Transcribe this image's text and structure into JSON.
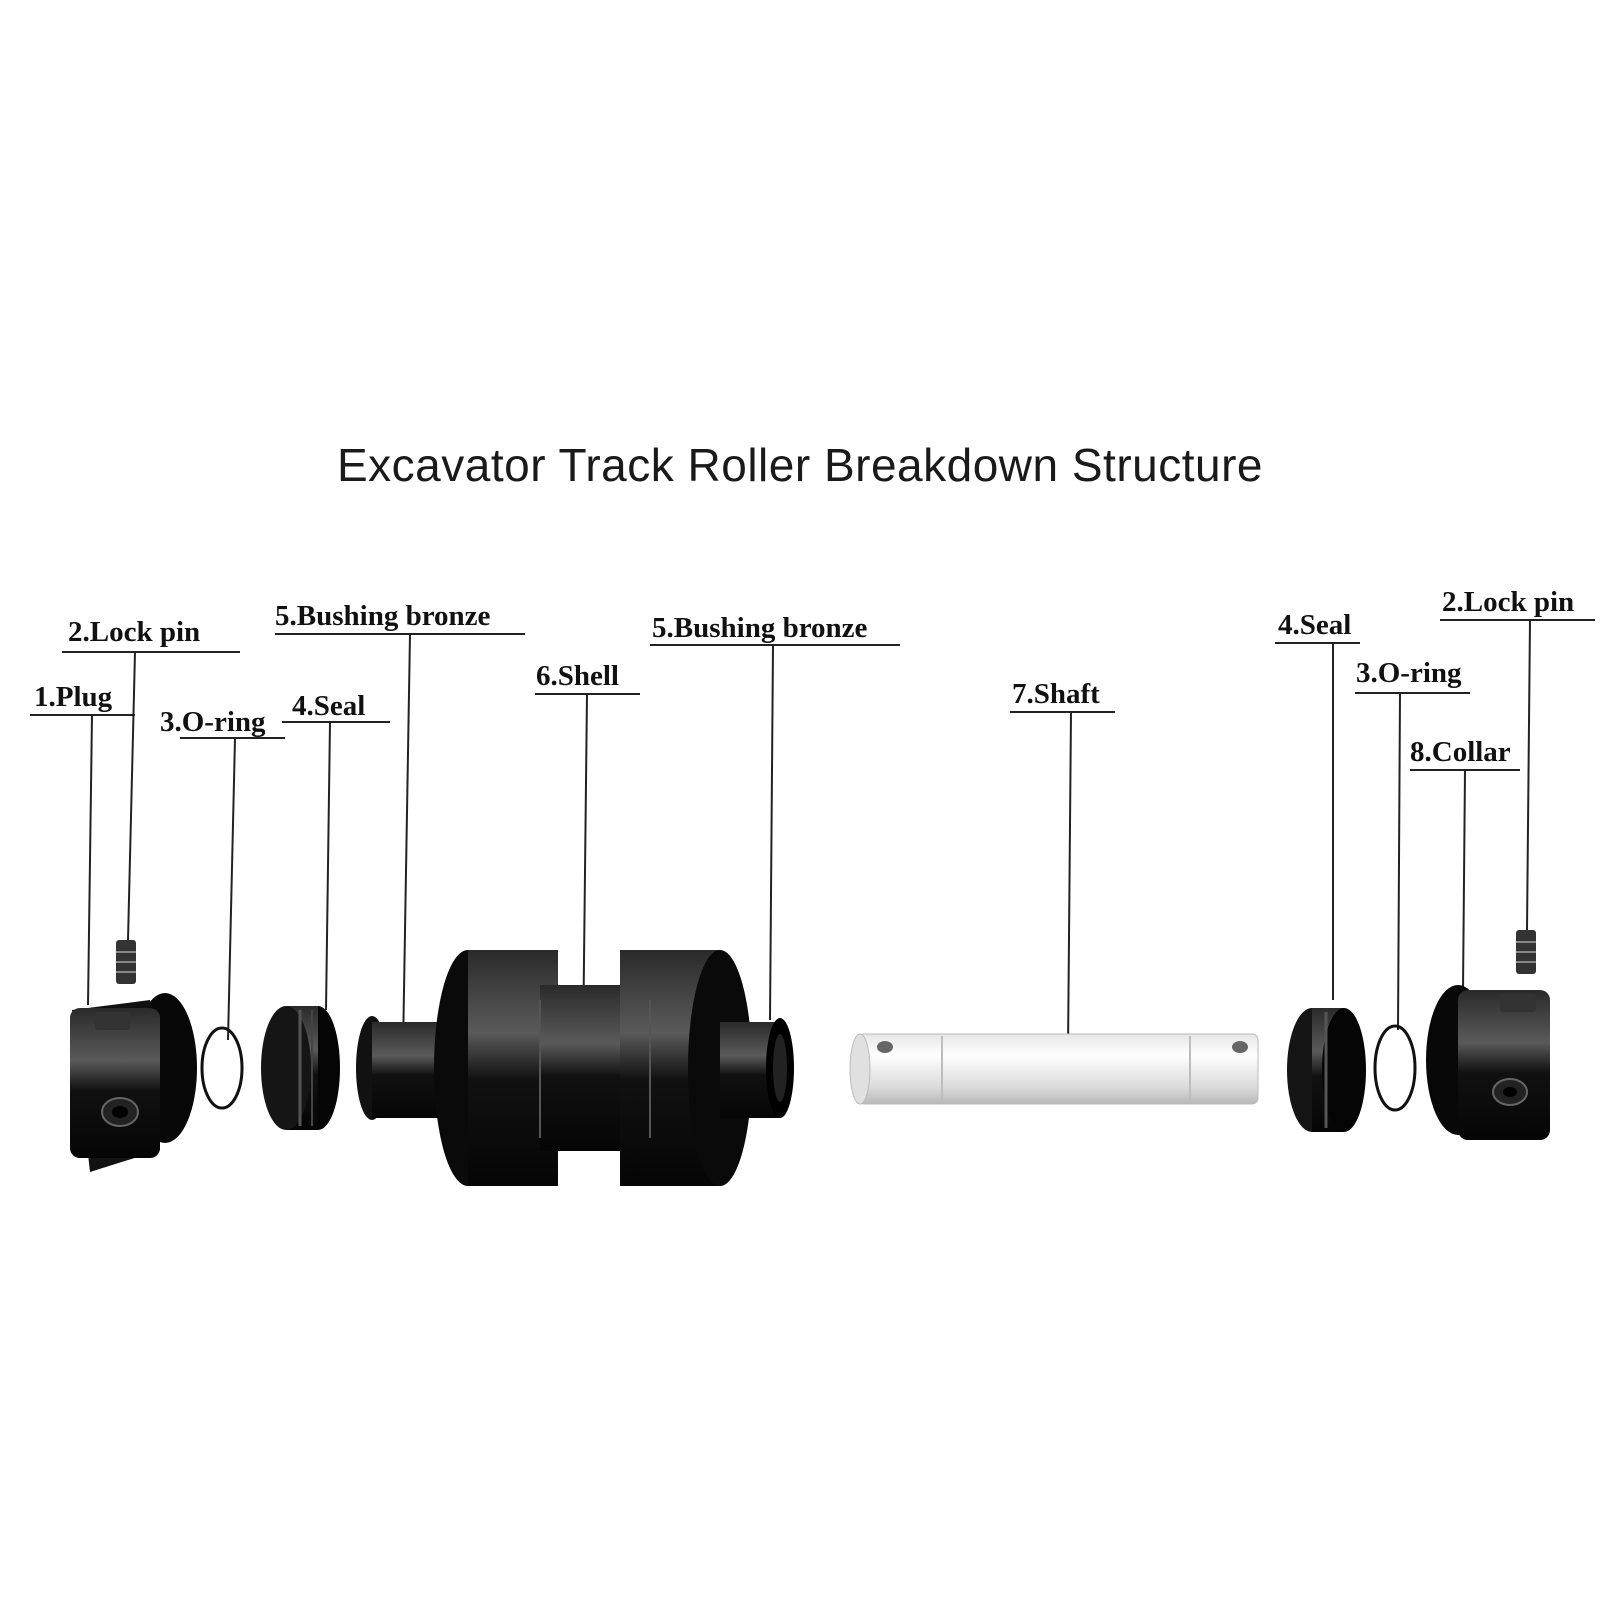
{
  "title": "Excavator Track Roller Breakdown Structure",
  "labels": {
    "plug": "1.Plug",
    "lock_pin_left": "2.Lock pin",
    "oring_left": "3.O-ring",
    "seal_left": "4.Seal",
    "bushing_left": "5.Bushing bronze",
    "shell": "6.Shell",
    "bushing_right": "5.Bushing bronze",
    "shaft": "7.Shaft",
    "seal_right": "4.Seal",
    "oring_right": "3.O-ring",
    "lock_pin_right": "2.Lock pin",
    "collar": "8.Collar"
  },
  "colors": {
    "part_black": "#0d0d0d",
    "highlight": "#4a4a4a",
    "shaft_light": "#f4f4f4",
    "shaft_shade": "#c8c8c8"
  }
}
